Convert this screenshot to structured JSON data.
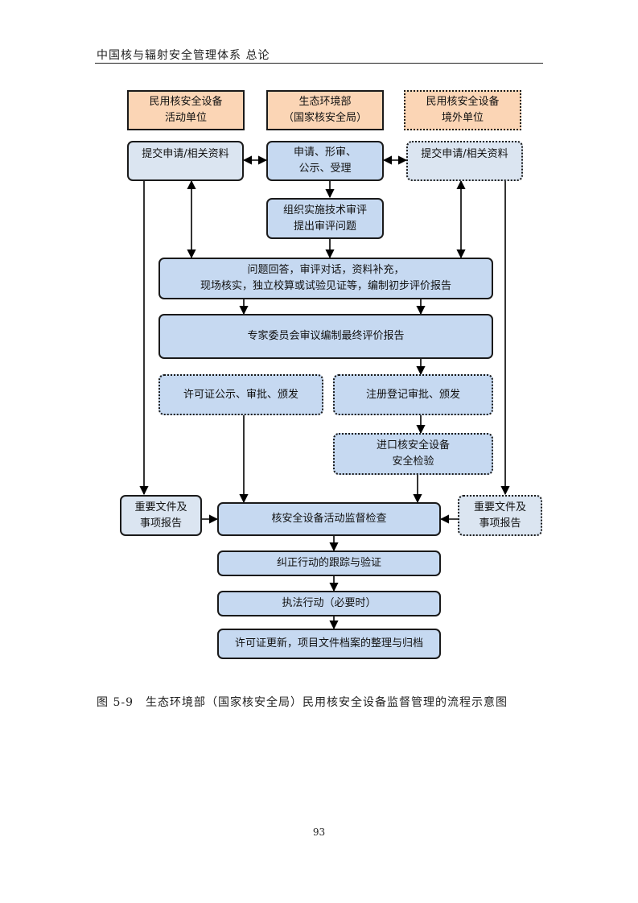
{
  "header": {
    "title": "中国核与辐射安全管理体系 总论"
  },
  "diagram": {
    "nodes": {
      "unit_domestic": "民用核安全设备\n活动单位",
      "ministry": "生态环境部\n（国家核安全局）",
      "unit_foreign": "民用核安全设备\n境外单位",
      "submit_left": "提交申请/相关资料",
      "accept": "申请、形审、\n公示、受理",
      "submit_right": "提交申请/相关资料",
      "tech_review": "组织实施技术审评\n提出审评问题",
      "qa": "问题回答，审评对话，资料补充，\n现场核实，独立校算或试验见证等，编制初步评价报告",
      "expert": "专家委员会审议编制最终评价报告",
      "license": "许可证公示、审批、颁发",
      "register": "注册登记审批、颁发",
      "import_check": "进口核安全设备\n安全检验",
      "report_left": "重要文件及\n事项报告",
      "supervision": "核安全设备活动监督检查",
      "report_right": "重要文件及\n事项报告",
      "corrective": "纠正行动的跟踪与验证",
      "enforcement": "执法行动（必要时）",
      "archive": "许可证更新，项目文件档案的整理与归档"
    }
  },
  "caption": "图 5-9　生态环境部（国家核安全局）民用核安全设备监督管理的流程示意图",
  "page_number": "93"
}
